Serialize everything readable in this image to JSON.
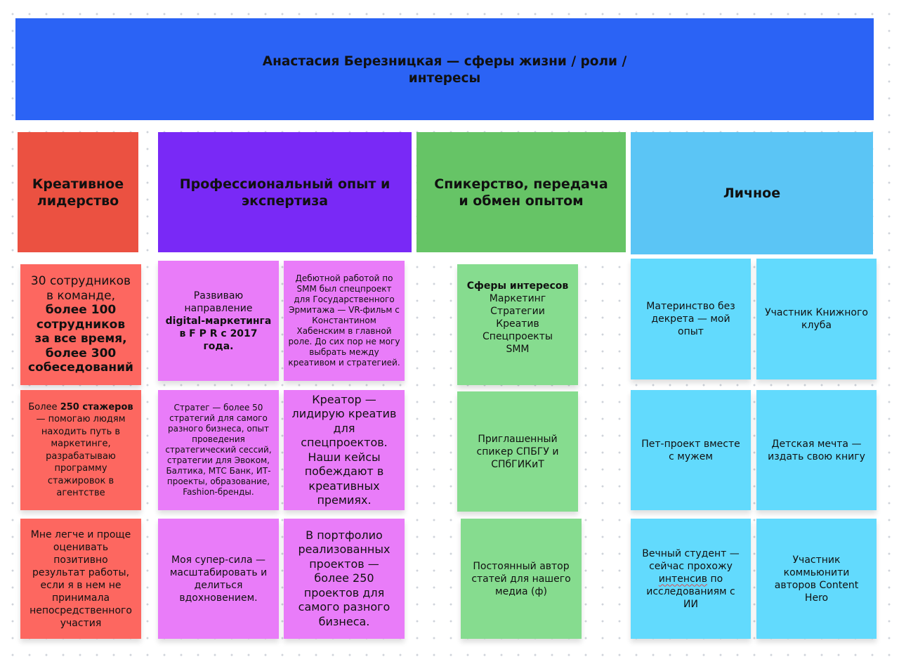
{
  "title": "Анастасия Березницкая — сферы жизни / роли / интересы",
  "headers": {
    "leadership": "Креативное лидерство",
    "professional": "Профессиональный опыт и экспертиза",
    "speaking": "Спикерство, передача и обмен опытом",
    "personal": "Личное"
  },
  "leadership": {
    "n1": {
      "p1": "30 сотрудников в команде,",
      "p2": "более 100 сотрудников за все время, более 300 собеседований"
    },
    "n2": {
      "p1": "Более",
      "p2": "250 стажеров",
      "p3": "— помогаю людям находить путь в маркетинге, разрабатываю программу стажировок в агентстве"
    },
    "n3": "Мне легче и проще оценивать позитивно результат работы, если я в нем не принимала непосредственного участия"
  },
  "professional": {
    "n1": {
      "p1": "Развиваю направление",
      "p2": "digital-маркетинга в F P R с 2017 года."
    },
    "n2": "Дебютной работой по SMM был спецпроект для Государственного Эрмитажа — VR-фильм с Константином Хабенским в главной роле. До сих пор не могу выбрать между креативом и стратегией.",
    "n3": "Стратег — более 50 стратегий для самого разного бизнеса, опыт проведения стратегический сессий, стратегии для Эвоком, Балтика, МТС Банк, ИТ-проекты, образование, Fashion-бренды.",
    "n4": "Креатор — лидирую креатив для спецпроектов. Наши кейсы побеждают в креативных премиях.",
    "n5": "Моя супер-сила — масштабировать и делиться вдохновением.",
    "n6": "В портфолио реализованных проектов — более 250 проектов для самого разного бизнеса."
  },
  "speaking": {
    "interests": {
      "title": "Сферы интересов",
      "items": [
        "Маркетинг",
        "Стратегии",
        "Креатив",
        "Спецпроекты",
        "SMM"
      ]
    },
    "n2": "Приглашенный спикер СПБГУ и СПбГИКиТ",
    "n3": "Постоянный автор статей для нашего медиа (ф)"
  },
  "personal": {
    "n1": "Материнство без декрета — мой опыт",
    "n2": "Участник Книжного клуба",
    "n3": "Пет-проект вместе с мужем",
    "n4": "Детская мечта — издать свою книгу",
    "n5": {
      "p1": "Вечный студент — сейчас прохожу",
      "p2": "интенсив",
      "p3": "по исследованиям с ИИ"
    },
    "n6": "Участник коммьюнити авторов Content Hero"
  },
  "colors": {
    "banner": "#2b63f5",
    "leadership_header": "#eb5141",
    "professional_header": "#7929f6",
    "speaking_header": "#66c466",
    "personal_header": "#5bc5f5",
    "leadership_note": "#fd6760",
    "professional_note": "#e97cf9",
    "speaking_note": "#86dc8f",
    "personal_note": "#62dafd"
  }
}
